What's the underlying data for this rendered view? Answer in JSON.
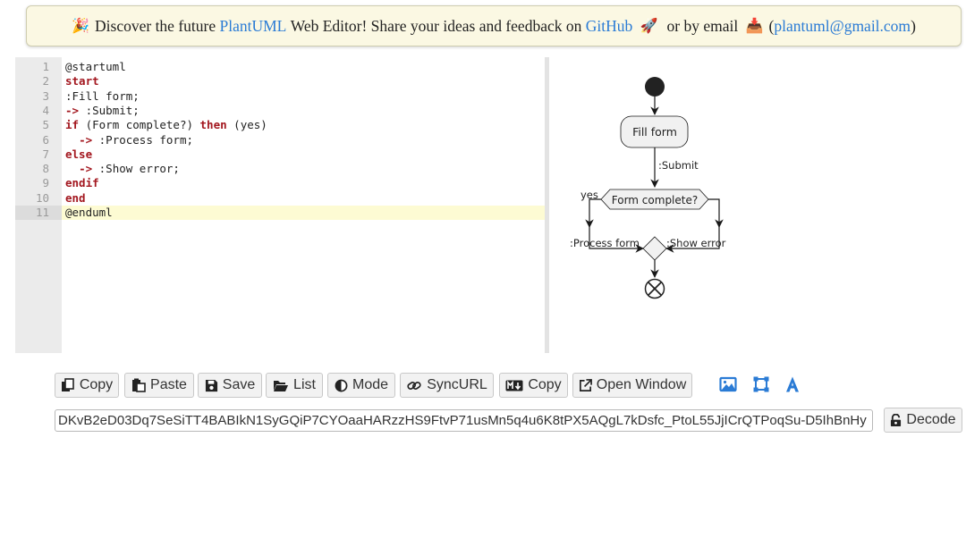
{
  "banner": {
    "emoji_party": "🎉",
    "text1": "Discover the future",
    "link_plantuml": "PlantUML",
    "text2": "Web Editor! Share your ideas and feedback on",
    "link_github": "GitHub",
    "emoji_rocket": "🚀",
    "text3": "or by email",
    "emoji_inbox": "📥",
    "paren_open": "(",
    "link_email": "plantuml@gmail.com",
    "paren_close": ")"
  },
  "editor": {
    "lines": [
      {
        "num": "1",
        "segments": [
          {
            "t": "@startuml",
            "kw": false
          }
        ]
      },
      {
        "num": "2",
        "segments": [
          {
            "t": "start",
            "kw": true
          }
        ]
      },
      {
        "num": "3",
        "segments": [
          {
            "t": ":Fill form;",
            "kw": false
          }
        ]
      },
      {
        "num": "4",
        "segments": [
          {
            "t": "->",
            "kw": true
          },
          {
            "t": " :Submit;",
            "kw": false
          }
        ]
      },
      {
        "num": "5",
        "segments": [
          {
            "t": "if",
            "kw": true
          },
          {
            "t": " (Form complete?) ",
            "kw": false
          },
          {
            "t": "then",
            "kw": true
          },
          {
            "t": " (yes)",
            "kw": false
          }
        ]
      },
      {
        "num": "6",
        "segments": [
          {
            "t": "  ",
            "kw": false
          },
          {
            "t": "->",
            "kw": true
          },
          {
            "t": " :Process form;",
            "kw": false
          }
        ]
      },
      {
        "num": "7",
        "segments": [
          {
            "t": "else",
            "kw": true
          }
        ]
      },
      {
        "num": "8",
        "segments": [
          {
            "t": "  ",
            "kw": false
          },
          {
            "t": "->",
            "kw": true
          },
          {
            "t": " :Show error;",
            "kw": false
          }
        ]
      },
      {
        "num": "9",
        "segments": [
          {
            "t": "endif",
            "kw": true
          }
        ]
      },
      {
        "num": "10",
        "segments": [
          {
            "t": "end",
            "kw": true
          }
        ]
      },
      {
        "num": "11",
        "segments": [
          {
            "t": "@enduml",
            "kw": false
          }
        ]
      }
    ],
    "active_line": 11
  },
  "diagram": {
    "activity_fill": "Fill form",
    "label_submit": ":Submit",
    "decision": "Form complete?",
    "label_yes": "yes",
    "label_process": ":Process form",
    "label_error": ":Show error"
  },
  "toolbar": {
    "copy": "Copy",
    "paste": "Paste",
    "save": "Save",
    "list": "List",
    "mode": "Mode",
    "syncurl": "SyncURL",
    "md_copy": "Copy",
    "open_window": "Open Window",
    "icons": [
      "image-icon",
      "crop-icon",
      "font-icon"
    ],
    "icon_color": "#2a7bd5"
  },
  "encoded": {
    "value": "DKvB2eD03Dq7SeSiTT4BABIkN1SyGQiP7CYOaaHARzzHS9FtvP71usMn5q4u6K8tPX5AQgL7kDsfc_PtoL55JjICrQTPoqSu-D5IhBnHy",
    "decode_label": "Decode"
  },
  "colors": {
    "keyword": "#a3171f",
    "link": "#2a7bd5",
    "banner_bg": "#fbf8e3",
    "active_line": "#fdfbd3"
  }
}
